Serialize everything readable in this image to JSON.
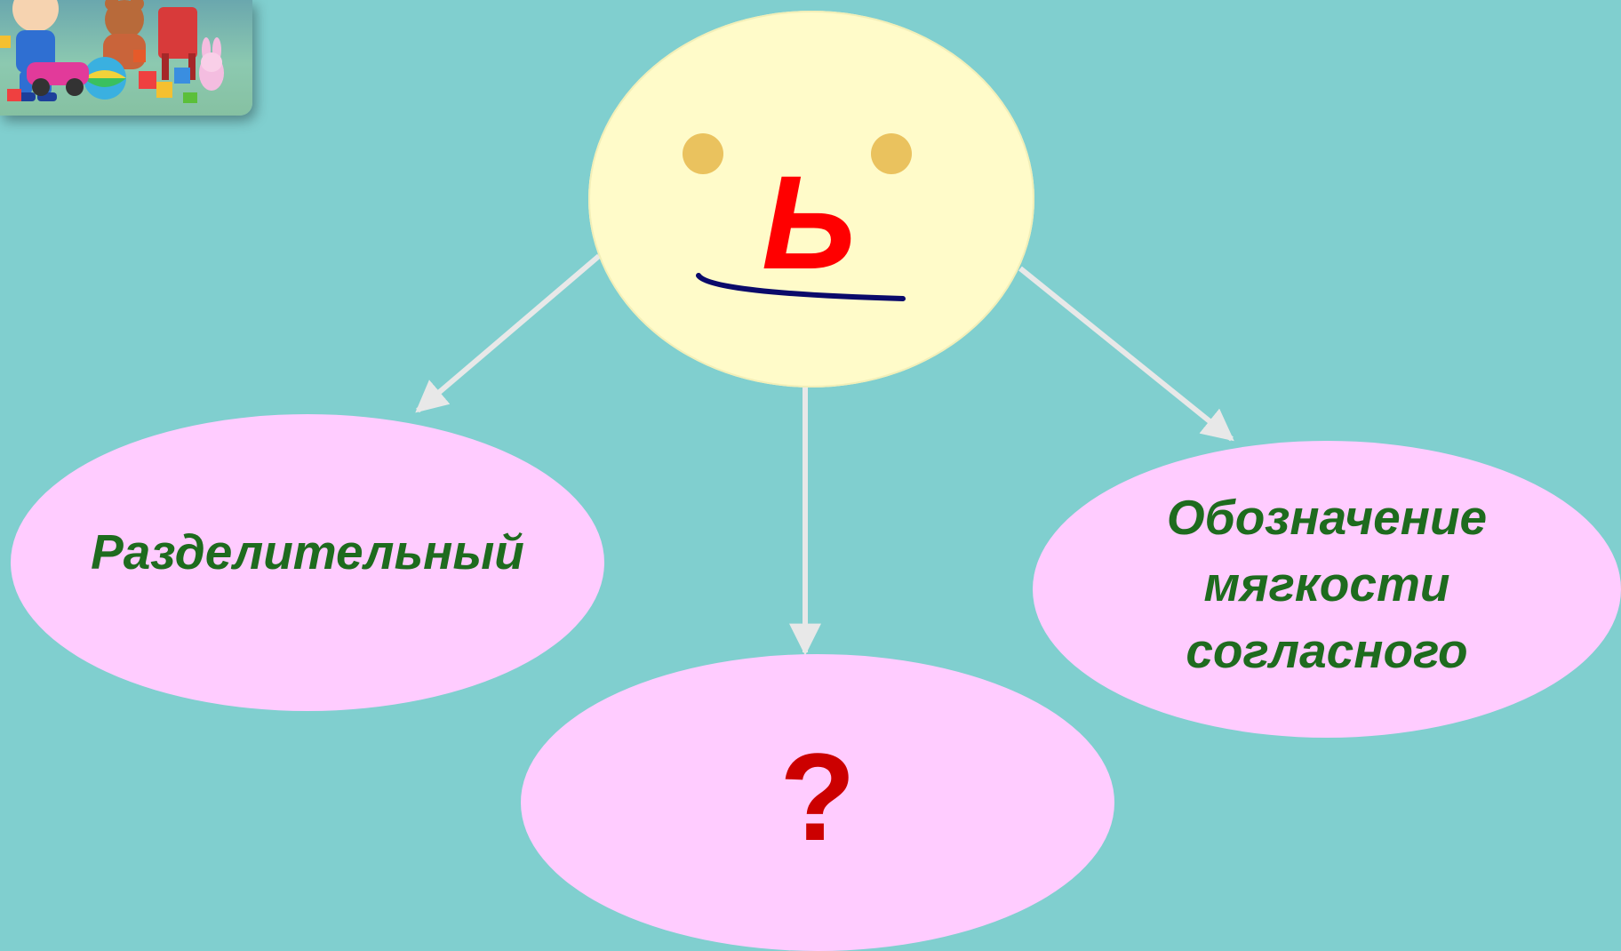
{
  "diagram": {
    "center": {
      "letter": "Ь"
    },
    "nodes": {
      "left": "Разделительный",
      "bottom": "?",
      "right_lines": [
        "Обозначение",
        "мягкости",
        "согласного"
      ]
    }
  },
  "colors": {
    "background": "#80cfcf",
    "center_fill": "#fffbc9",
    "eye": "#eac25e",
    "mouth": "#0a0a6a",
    "center_letter": "#ff0000",
    "node_fill": "#ffccff",
    "node_text": "#1e6b1e",
    "question_mark": "#cc0000",
    "arrow": "#e8e8e8"
  },
  "icons": {
    "logo": "kids-toys-picture"
  }
}
